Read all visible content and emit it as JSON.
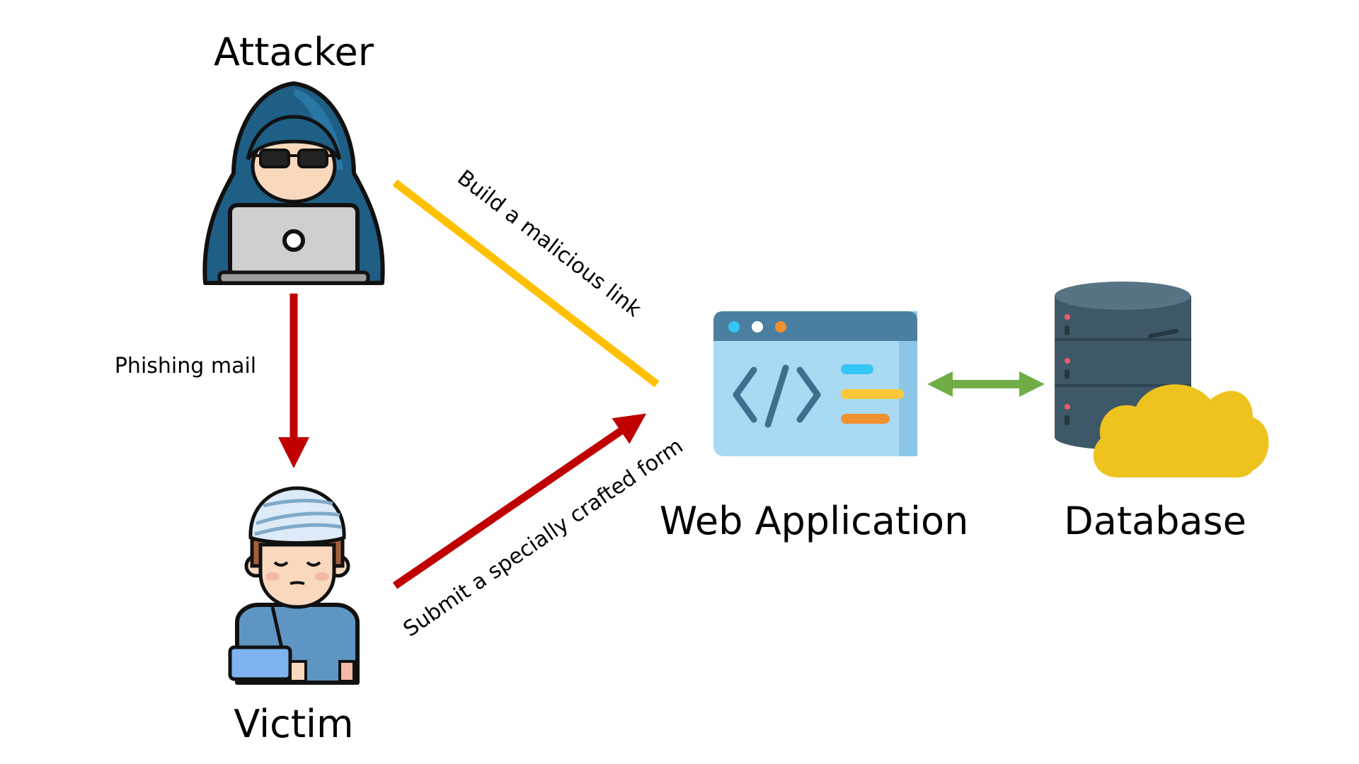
{
  "nodes": {
    "attacker": {
      "label": "Attacker",
      "icon": "hooded-hacker-with-laptop-icon"
    },
    "victim": {
      "label": "Victim",
      "icon": "injured-person-icon"
    },
    "web_app": {
      "label": "Web Application",
      "icon": "code-window-icon"
    },
    "database": {
      "label": "Database",
      "icon": "database-cloud-icon"
    }
  },
  "edges": {
    "phishing": {
      "label": "Phishing mail",
      "color": "#C00000"
    },
    "malicious_link": {
      "label": "Build a malicious link",
      "color": "#FFC000"
    },
    "crafted_form": {
      "label": "Submit a specially crafted form",
      "color": "#C00000"
    },
    "app_db": {
      "label": "",
      "color": "#70AD47"
    }
  },
  "colors": {
    "hood": "#1F5E85",
    "skin": "#F9D8BE",
    "laptop": "#CFCFCF",
    "window_bar": "#4A7FA0",
    "window_body": "#A9DAF3",
    "db_body": "#3E5867",
    "cloud": "#EEC31D",
    "shirt": "#5F95C3"
  }
}
